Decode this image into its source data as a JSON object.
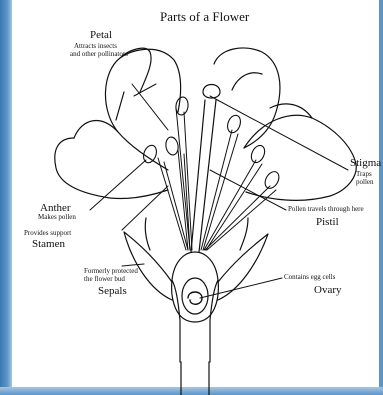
{
  "title": "Parts of a Flower",
  "labels": {
    "petal": {
      "name": "Petal",
      "desc1": "Attracts insects",
      "desc2": "and other pollinators"
    },
    "stigma": {
      "name": "Stigma",
      "desc1": "Traps",
      "desc2": "pollen"
    },
    "anther": {
      "name": "Anther",
      "desc": "Makes pollen"
    },
    "stamen": {
      "desc": "Provides support",
      "name": "Stamen"
    },
    "pistil": {
      "desc": "Pollen travels through here",
      "name": "Pistil"
    },
    "sepals": {
      "desc1": "Formerly protected",
      "desc2": "the flower bud",
      "name": "Sepals"
    },
    "ovary": {
      "desc": "Contains egg cells",
      "name": "Ovary"
    }
  }
}
